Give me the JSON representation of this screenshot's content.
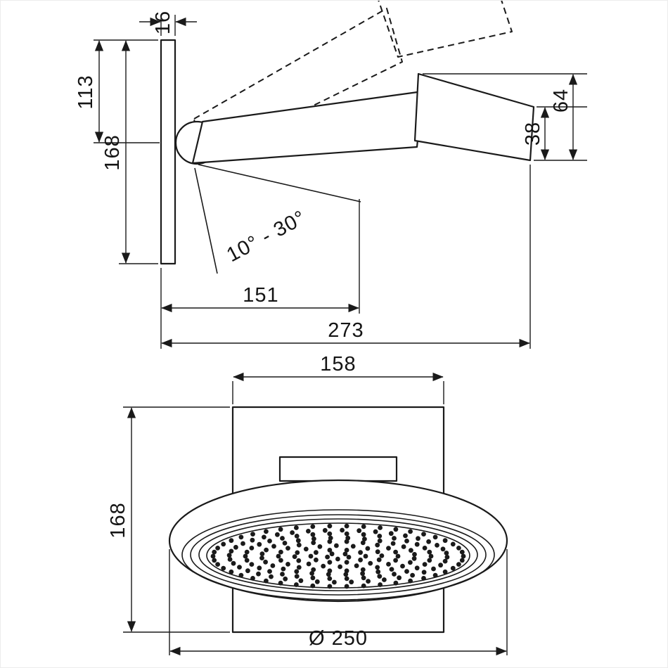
{
  "side_view": {
    "plate_thickness": "16",
    "top_to_pivot": "113",
    "bar_height": "168",
    "head_edge_height": "38",
    "head_overall_height": "64",
    "tilt_angle_range": "10° - 30°",
    "pivot_projection": "151",
    "overall_projection": "273"
  },
  "front_view": {
    "plate_width": "158",
    "plate_height": "168",
    "head_diameter": "Ø 250"
  },
  "colors": {
    "line": "#1a1a1a",
    "background": "#ffffff"
  }
}
